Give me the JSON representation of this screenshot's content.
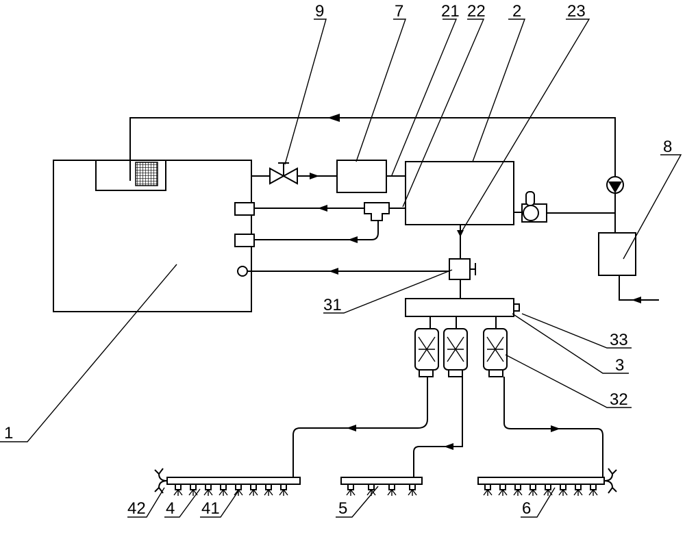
{
  "labels": {
    "l1": "1",
    "l2": "2",
    "l3": "3",
    "l4": "4",
    "l5": "5",
    "l6": "6",
    "l7": "7",
    "l8": "8",
    "l9": "9",
    "l21": "21",
    "l22": "22",
    "l23": "23",
    "l31": "31",
    "l32": "32",
    "l33": "33",
    "l41": "41",
    "l42": "42"
  },
  "colors": {
    "line": "#000000",
    "background": "#ffffff"
  }
}
